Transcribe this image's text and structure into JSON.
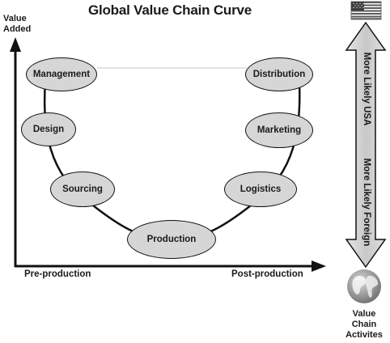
{
  "title": "Global Value Chain Curve",
  "axes": {
    "y_label_line1": "Value",
    "y_label_line2": "Added",
    "x_label_left": "Pre-production",
    "x_label_right": "Post-production"
  },
  "nodes": {
    "management": "Management",
    "design": "Design",
    "sourcing": "Sourcing",
    "production": "Production",
    "logistics": "Logistics",
    "marketing": "Marketing",
    "distribution": "Distribution"
  },
  "side_arrow": {
    "top_label": "More Likely USA",
    "bottom_label": "More Likely Foreign",
    "caption_line1": "Value",
    "caption_line2": "Chain",
    "caption_line3": "Activites",
    "top_icon": "us-flag-icon",
    "bottom_icon": "globe-icon"
  },
  "colors": {
    "node_fill": "#d6d6d6",
    "arrow_fill": "#cfcfcf",
    "stroke": "#111111"
  }
}
